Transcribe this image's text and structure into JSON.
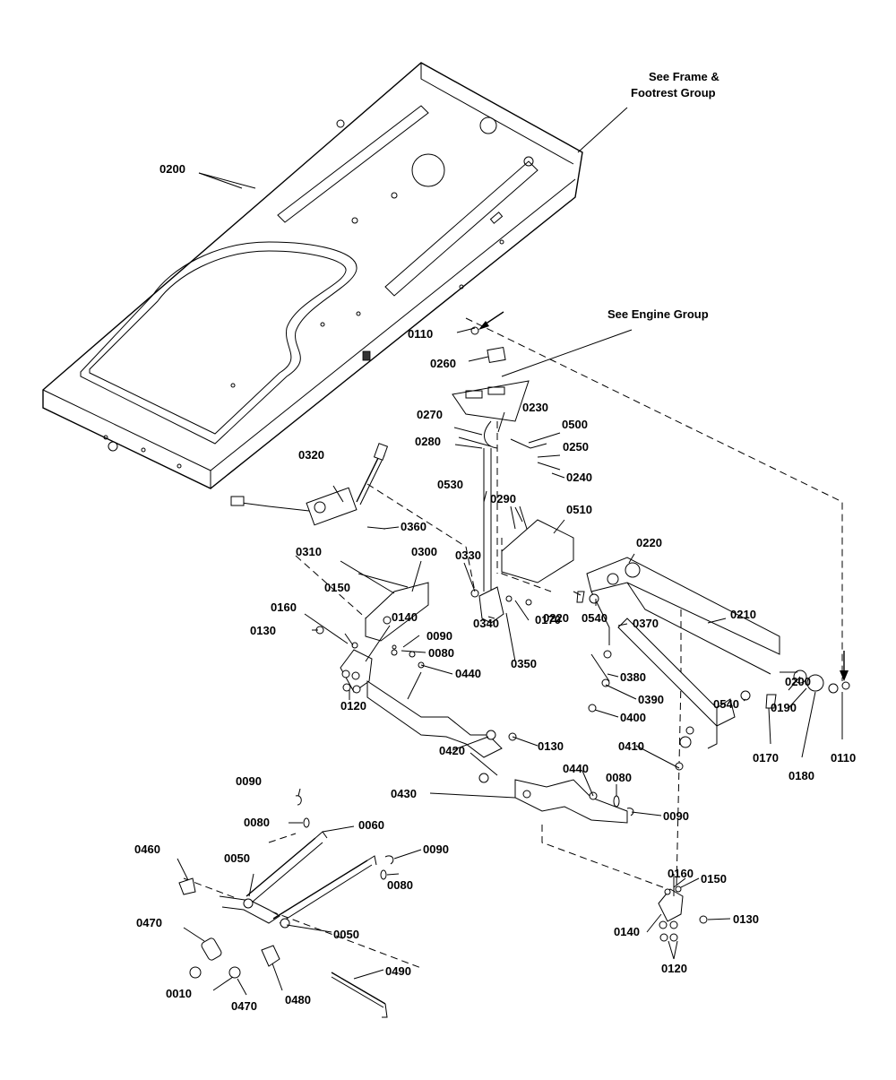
{
  "notes": {
    "frame_line1": "See Frame &",
    "frame_line2": "Footrest Group",
    "engine": "See Engine Group"
  },
  "labels": [
    "0200",
    "0110",
    "0260",
    "0270",
    "0230",
    "0500",
    "0280",
    "0250",
    "0240",
    "0320",
    "0530",
    "0290",
    "0510",
    "0360",
    "0220",
    "0310",
    "0300",
    "0330",
    "0150",
    "0210",
    "0160",
    "0140",
    "0170",
    "0540",
    "0130",
    "0220",
    "0370",
    "0090",
    "0340",
    "0350",
    "0080",
    "0440",
    "0200",
    "0380",
    "0120",
    "0390",
    "0540",
    "0190",
    "0400",
    "0110",
    "0420",
    "0130",
    "0410",
    "0170",
    "0180",
    "0440",
    "0080",
    "0430",
    "0090",
    "0090",
    "0080",
    "0060",
    "0090",
    "0460",
    "0050",
    "0080",
    "0160",
    "0150",
    "0470",
    "0050",
    "0130",
    "0140",
    "0490",
    "0010",
    "0470",
    "0480",
    "0120"
  ]
}
